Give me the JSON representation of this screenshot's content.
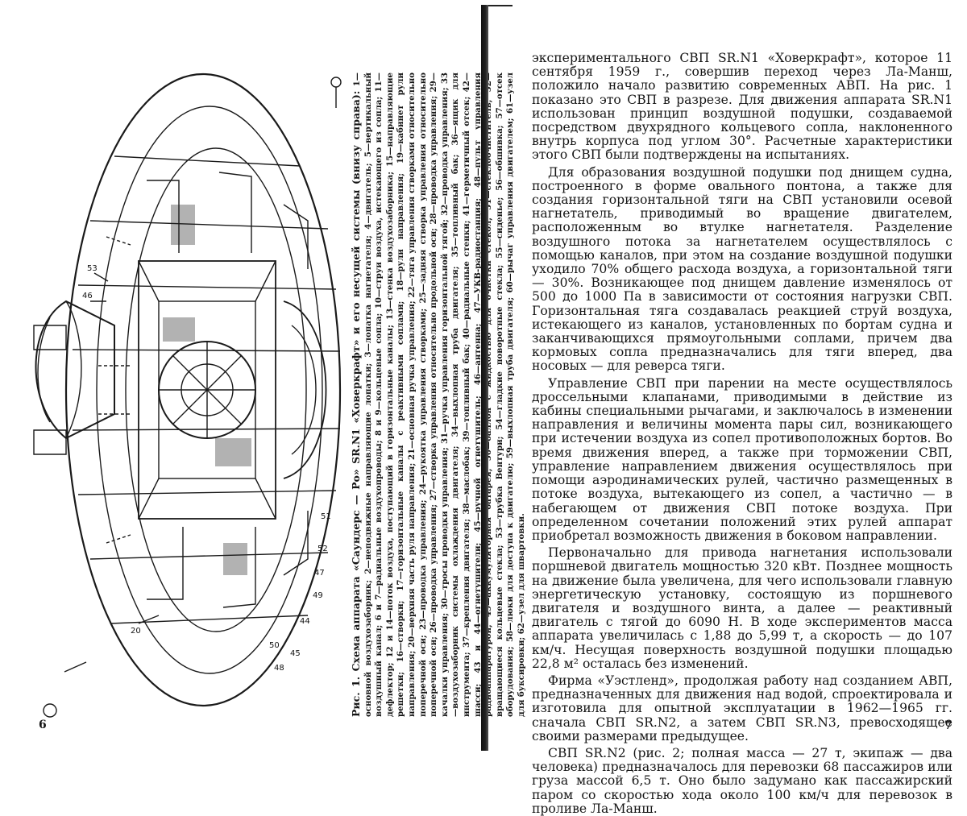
{
  "left_page": {
    "caption_title": "Рис. 1. Схема аппарата «Саундерс — Ро» SR.N1 «Ховеркрафт» и его несущей системы (внизу справа):",
    "caption_body": "1—основной воздухозаборник; 2—неподвижные направляющие лопатки; 3—лопатка нагнетателя; 4—двигатель; 5—вертикальный воздушный канал; 6 и 7—радиальные воздухопроводы; 8 и 9—кольцевые сопла; 10—струи воздуха, истекающего из сопла; 11—дефлектор; 12 и 14—поток воздуха, поступающий в горизонтальные каналы; 13—стенка воздухозаборника; 15—направляющие решетки; 16—створки; 17—горизонтальные каналы с реактивными соплами; 18—рули направления; 19—кабинет рули направления; 20—верхняя часть руля направления; 21—основная ручка управления; 22—тяга управления створками относительно поперечной оси; 23—проводка управления; 24—рукоятка управления створками; 25—задняя створка управления относительно поперечной оси; 26—проводка управления; 27—створка управления относительно продольной оси; 28—проводка управления; 29—качалки управления; 30—тросы проводки управления; 31—ручка управления горизонтальной тягой; 32—проводка управления; 33—воздухозаборник системы охлаждения двигателя; 34—выхлопная труба двигателя; 35—топливный бак; 36—ящик для инструмента; 37—крепления двигателя; 38—маслобак; 39—топливный бак; 40—радиальные стенки; 41—герметичный отсек; 42—шасси; 43 и 44—огнетушители; 45—ручной огнетушитель; 46—антенна; 47—УКВ-радиостанция; 48—пульт управления радиоаппаратурой; 49—аккумуляторная батарея; 50—баллон с жидкостью для очистки стекол; 51—стеклоочиститель; 52—вращающиеся кольцевые стекла; 53—трубка Вентури; 54—гладкие поворотные стекла; 55—сиденье; 56—обшивка; 57—отсек оборудования; 58—люки для доступа к двигателю; 59—выхлопная труба двигателя; 60—рычаг управления двигателем; 61—узел для буксировки; 62—узел для швартовки.",
    "page_number": "6",
    "callouts": [
      "53",
      "46",
      "20",
      "50",
      "48",
      "45",
      "44",
      "49",
      "52",
      "51",
      "47"
    ]
  },
  "right_page": {
    "paragraphs": [
      "экспериментального СВП SR.N1 «Ховеркрафт», которое 11 сентября 1959 г., совершив переход через Ла-Манш, положило начало развитию современных АВП. На рис. 1 показано это СВП в разрезе. Для движения аппарата SR.N1 использован принцип воздушной подушки, создаваемой посредством двухрядного кольцевого сопла, наклоненного внутрь корпуса под углом 30°. Расчетные характеристики этого СВП были подтверждены на испытаниях.",
      "Для образования воздушной подушки под днищем судна, построенного в форме овального понтона, а также для создания горизонтальной тяги на СВП установили осевой нагнетатель, приводимый во вращение двигателем, расположенным во втулке нагнетателя. Разделение воздушного потока за нагнетателем осуществлялось с помощью каналов, при этом на создание воздушной подушки уходило 70% общего расхода воздуха, а горизонтальной тяги — 30%. Возникающее под днищем давление изменялось от 500 до 1000 Па в зависимости от состояния нагрузки СВП. Горизонтальная тяга создавалась реакцией струй воздуха, истекающего из каналов, установленных по бортам судна и заканчивающихся прямоугольными соплами, причем два кормовых сопла предназначались для тяги вперед, два носовых — для реверса тяги.",
      "Управление СВП при парении на месте осуществлялось дроссельными клапанами, приводимыми в действие из кабины специальными рычагами, и заключалось в изменении направления и величины момента пары сил, возникающего при истечении воздуха из сопел противоположных бортов. Во время движения вперед, а также при торможении СВП, управление направлением движения осуществлялось при помощи аэродинамических рулей, частично размещенных в потоке воздуха, вытекающего из сопел, а частично — в набегающем от движения СВП потоке воздуха. При определенном сочетании положений этих рулей аппарат приобретал возможность движения в боковом направлении.",
      "Первоначально для привода нагнетания использовали поршневой двигатель мощностью 320 кВт. Позднее мощность на движение была увеличена, для чего использовали главную энергетическую установку, состоящую из поршневого двигателя и воздушного винта, а далее — реактивный двигатель с тягой до 6090 Н. В ходе экспериментов масса аппарата увеличилась с 1,88 до 5,99 т, а скорость — до 107 км/ч. Несущая поверхность воздушной подушки площадью 22,8 м² осталась без изменений.",
      "Фирма «Уэстленд», продолжая работу над созданием АВП, предназначенных для движения над водой, спроектировала и изготовила для опытной эксплуатации в 1962—1965 гг. сначала СВП SR.N2, а затем СВП SR.N3, превосходящее своими размерами предыдущее.",
      "СВП SR.N2 (рис. 2; полная масса — 27 т, экипаж — два человека) предназначалось для перевозки 68 пассажиров или груза массой 6,5 т. Оно было задумано как пассажирский паром со скоростью хода около 100 км/ч для перевозок в проливе Ла-Манш."
    ],
    "page_number": "7"
  }
}
